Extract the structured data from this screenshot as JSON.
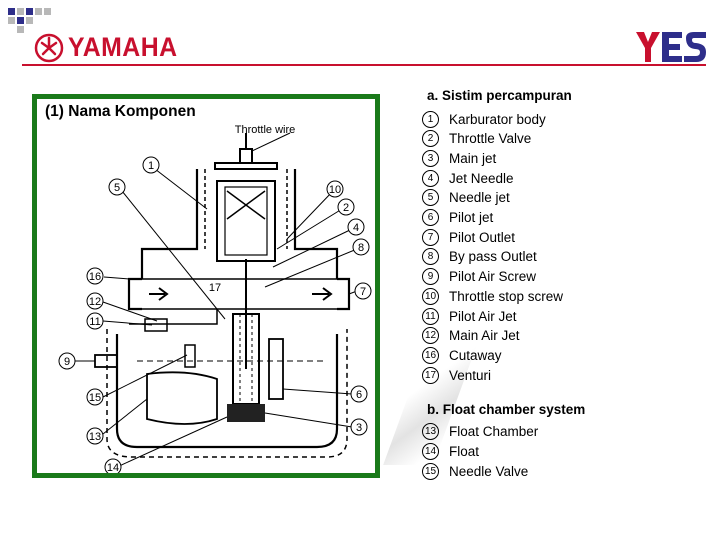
{
  "header": {
    "brand": "YAMAHA",
    "colors": {
      "brand_red": "#c8102e",
      "panel_border": "#1a7a1a",
      "square_dark": "#2e2e8a",
      "square_light": "#b8b8b8"
    }
  },
  "panel": {
    "title": "(1) Nama Komponen",
    "callouts": {
      "throttle_wire": "Throttle wire",
      "n1": "1",
      "n2": "2",
      "n3": "3",
      "n4": "4",
      "n5": "5",
      "n6": "6",
      "n7": "7",
      "n8": "8",
      "n9": "9",
      "n10": "10",
      "n11": "11",
      "n12": "12",
      "n13": "13",
      "n14": "14",
      "n15": "15",
      "n16": "16",
      "n17": "17"
    }
  },
  "legend": {
    "section_a": {
      "title": "a. Sistim percampuran",
      "items": [
        {
          "num": "1",
          "label": "Karburator body"
        },
        {
          "num": "2",
          "label": "Throttle Valve"
        },
        {
          "num": "3",
          "label": "Main jet"
        },
        {
          "num": "4",
          "label": "Jet Needle"
        },
        {
          "num": "5",
          "label": "Needle jet"
        },
        {
          "num": "6",
          "label": "Pilot jet"
        },
        {
          "num": "7",
          "label": "Pilot Outlet"
        },
        {
          "num": "8",
          "label": "By pass Outlet"
        },
        {
          "num": "9",
          "label": "Pilot Air Screw"
        },
        {
          "num": "10",
          "label": "Throttle stop screw"
        },
        {
          "num": "11",
          "label": "Pilot Air Jet"
        },
        {
          "num": "12",
          "label": "Main Air Jet"
        },
        {
          "num": "16",
          "label": "Cutaway"
        },
        {
          "num": "17",
          "label": "Venturi"
        }
      ]
    },
    "section_b": {
      "title": "b. Float chamber system",
      "items": [
        {
          "num": "13",
          "label": "Float Chamber"
        },
        {
          "num": "14",
          "label": "Float"
        },
        {
          "num": "15",
          "label": "Needle Valve"
        }
      ]
    }
  }
}
